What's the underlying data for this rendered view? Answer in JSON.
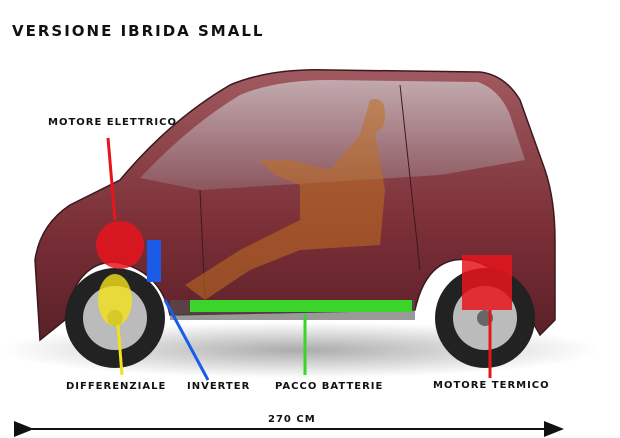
{
  "title": "VERSIONE IBRIDA SMALL",
  "labels": {
    "electric_motor": "MOTORE ELETTRICO",
    "differential": "DIFFERENZIALE",
    "inverter": "INVERTER",
    "battery_pack": "PACCO BATTERIE",
    "thermal_engine": "MOTORE TERMICO"
  },
  "dimension": "270 CM",
  "colors": {
    "electric_motor": "#e8141c",
    "differential": "#f2e21a",
    "inverter": "#1a5ce8",
    "battery_pack": "#3ad42a",
    "thermal_engine": "#e8141c",
    "car_body": "#8a3a40"
  }
}
